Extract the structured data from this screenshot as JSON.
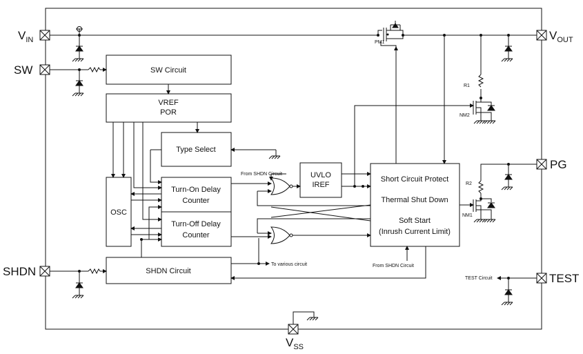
{
  "pins": {
    "vin": {
      "main": "V",
      "sub": "IN"
    },
    "sw": "SW",
    "shdn": "SHDN",
    "vout": {
      "main": "V",
      "sub": "OUT"
    },
    "pg": "PG",
    "test": "TEST",
    "vss": {
      "main": "V",
      "sub": "SS"
    }
  },
  "blocks": {
    "sw_circuit": "SW Circuit",
    "vref_por": [
      "VREF",
      "POR"
    ],
    "type_select": "Type Select",
    "osc": "OSC",
    "turn_on": [
      "Turn-On Delay",
      "Counter"
    ],
    "turn_off": [
      "Turn-Off Delay",
      "Counter"
    ],
    "shdn_circuit": "SHDN Circuit",
    "uvlo_iref": [
      "UVLO",
      "IREF"
    ],
    "protect": {
      "line1": "Short Circuit Protect",
      "line2": "Thermal Shut Down",
      "line3": "Soft Start",
      "line4": "(Inrush Current Limit)"
    }
  },
  "labels": {
    "pm1": "PM1",
    "r1": "R1",
    "r2": "R2",
    "nm1": "NM1",
    "nm2": "NM2",
    "from_shdn_1": "From SHDN Circuit",
    "from_shdn_2": "From SHDN Circuit",
    "to_various": "To various circuit",
    "test_circuit": "TEST Circuit"
  }
}
